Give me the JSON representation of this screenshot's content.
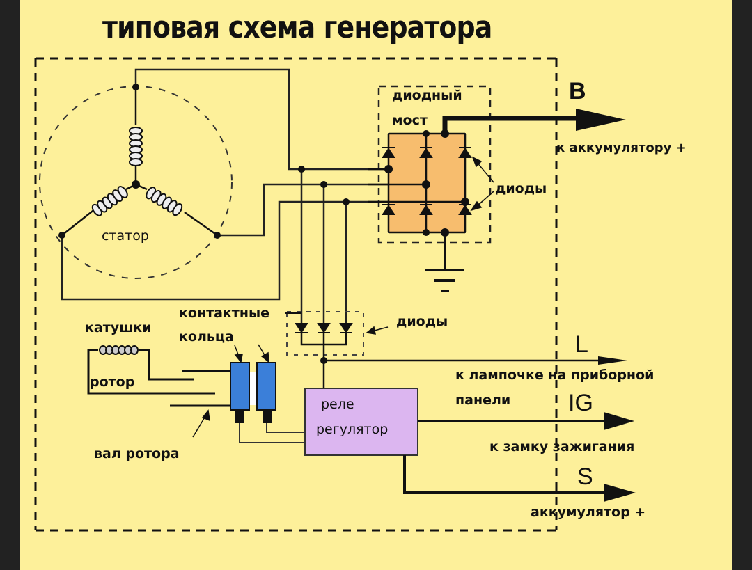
{
  "title": "типовая схема генератора",
  "colors": {
    "background": "#fdf09a",
    "frame": "#222222",
    "diode_bridge_fill": "#f7bd6e",
    "regulator_fill": "#dcb6f0",
    "slip_ring_fill": "#3b7fd9",
    "wire": "#111111"
  },
  "components": {
    "stator": {
      "label": "статор"
    },
    "diode_bridge": {
      "label_line1": "диодный",
      "label_line2": "мост"
    },
    "bridge_diodes": {
      "label": "диоды"
    },
    "aux_diodes": {
      "label": "диоды"
    },
    "slip_rings": {
      "label_line1": "контактные",
      "label_line2": "кольца"
    },
    "rotor_coils": {
      "label": "катушки"
    },
    "rotor": {
      "label": "ротор"
    },
    "rotor_shaft": {
      "label": "вал ротора"
    },
    "regulator": {
      "label_line1": "реле",
      "label_line2": "регулятор"
    },
    "ground": {
      "label": "ground-symbol"
    }
  },
  "terminals": [
    {
      "id": "B",
      "name": "B",
      "desc": "к аккумулятору +"
    },
    {
      "id": "L",
      "name": "L",
      "desc_line1": "к лампочке на приборной",
      "desc_line2": "панели"
    },
    {
      "id": "IG",
      "name": "IG",
      "desc": "к замку зажигания"
    },
    {
      "id": "S",
      "name": "S",
      "desc": "аккумулятор +"
    }
  ]
}
